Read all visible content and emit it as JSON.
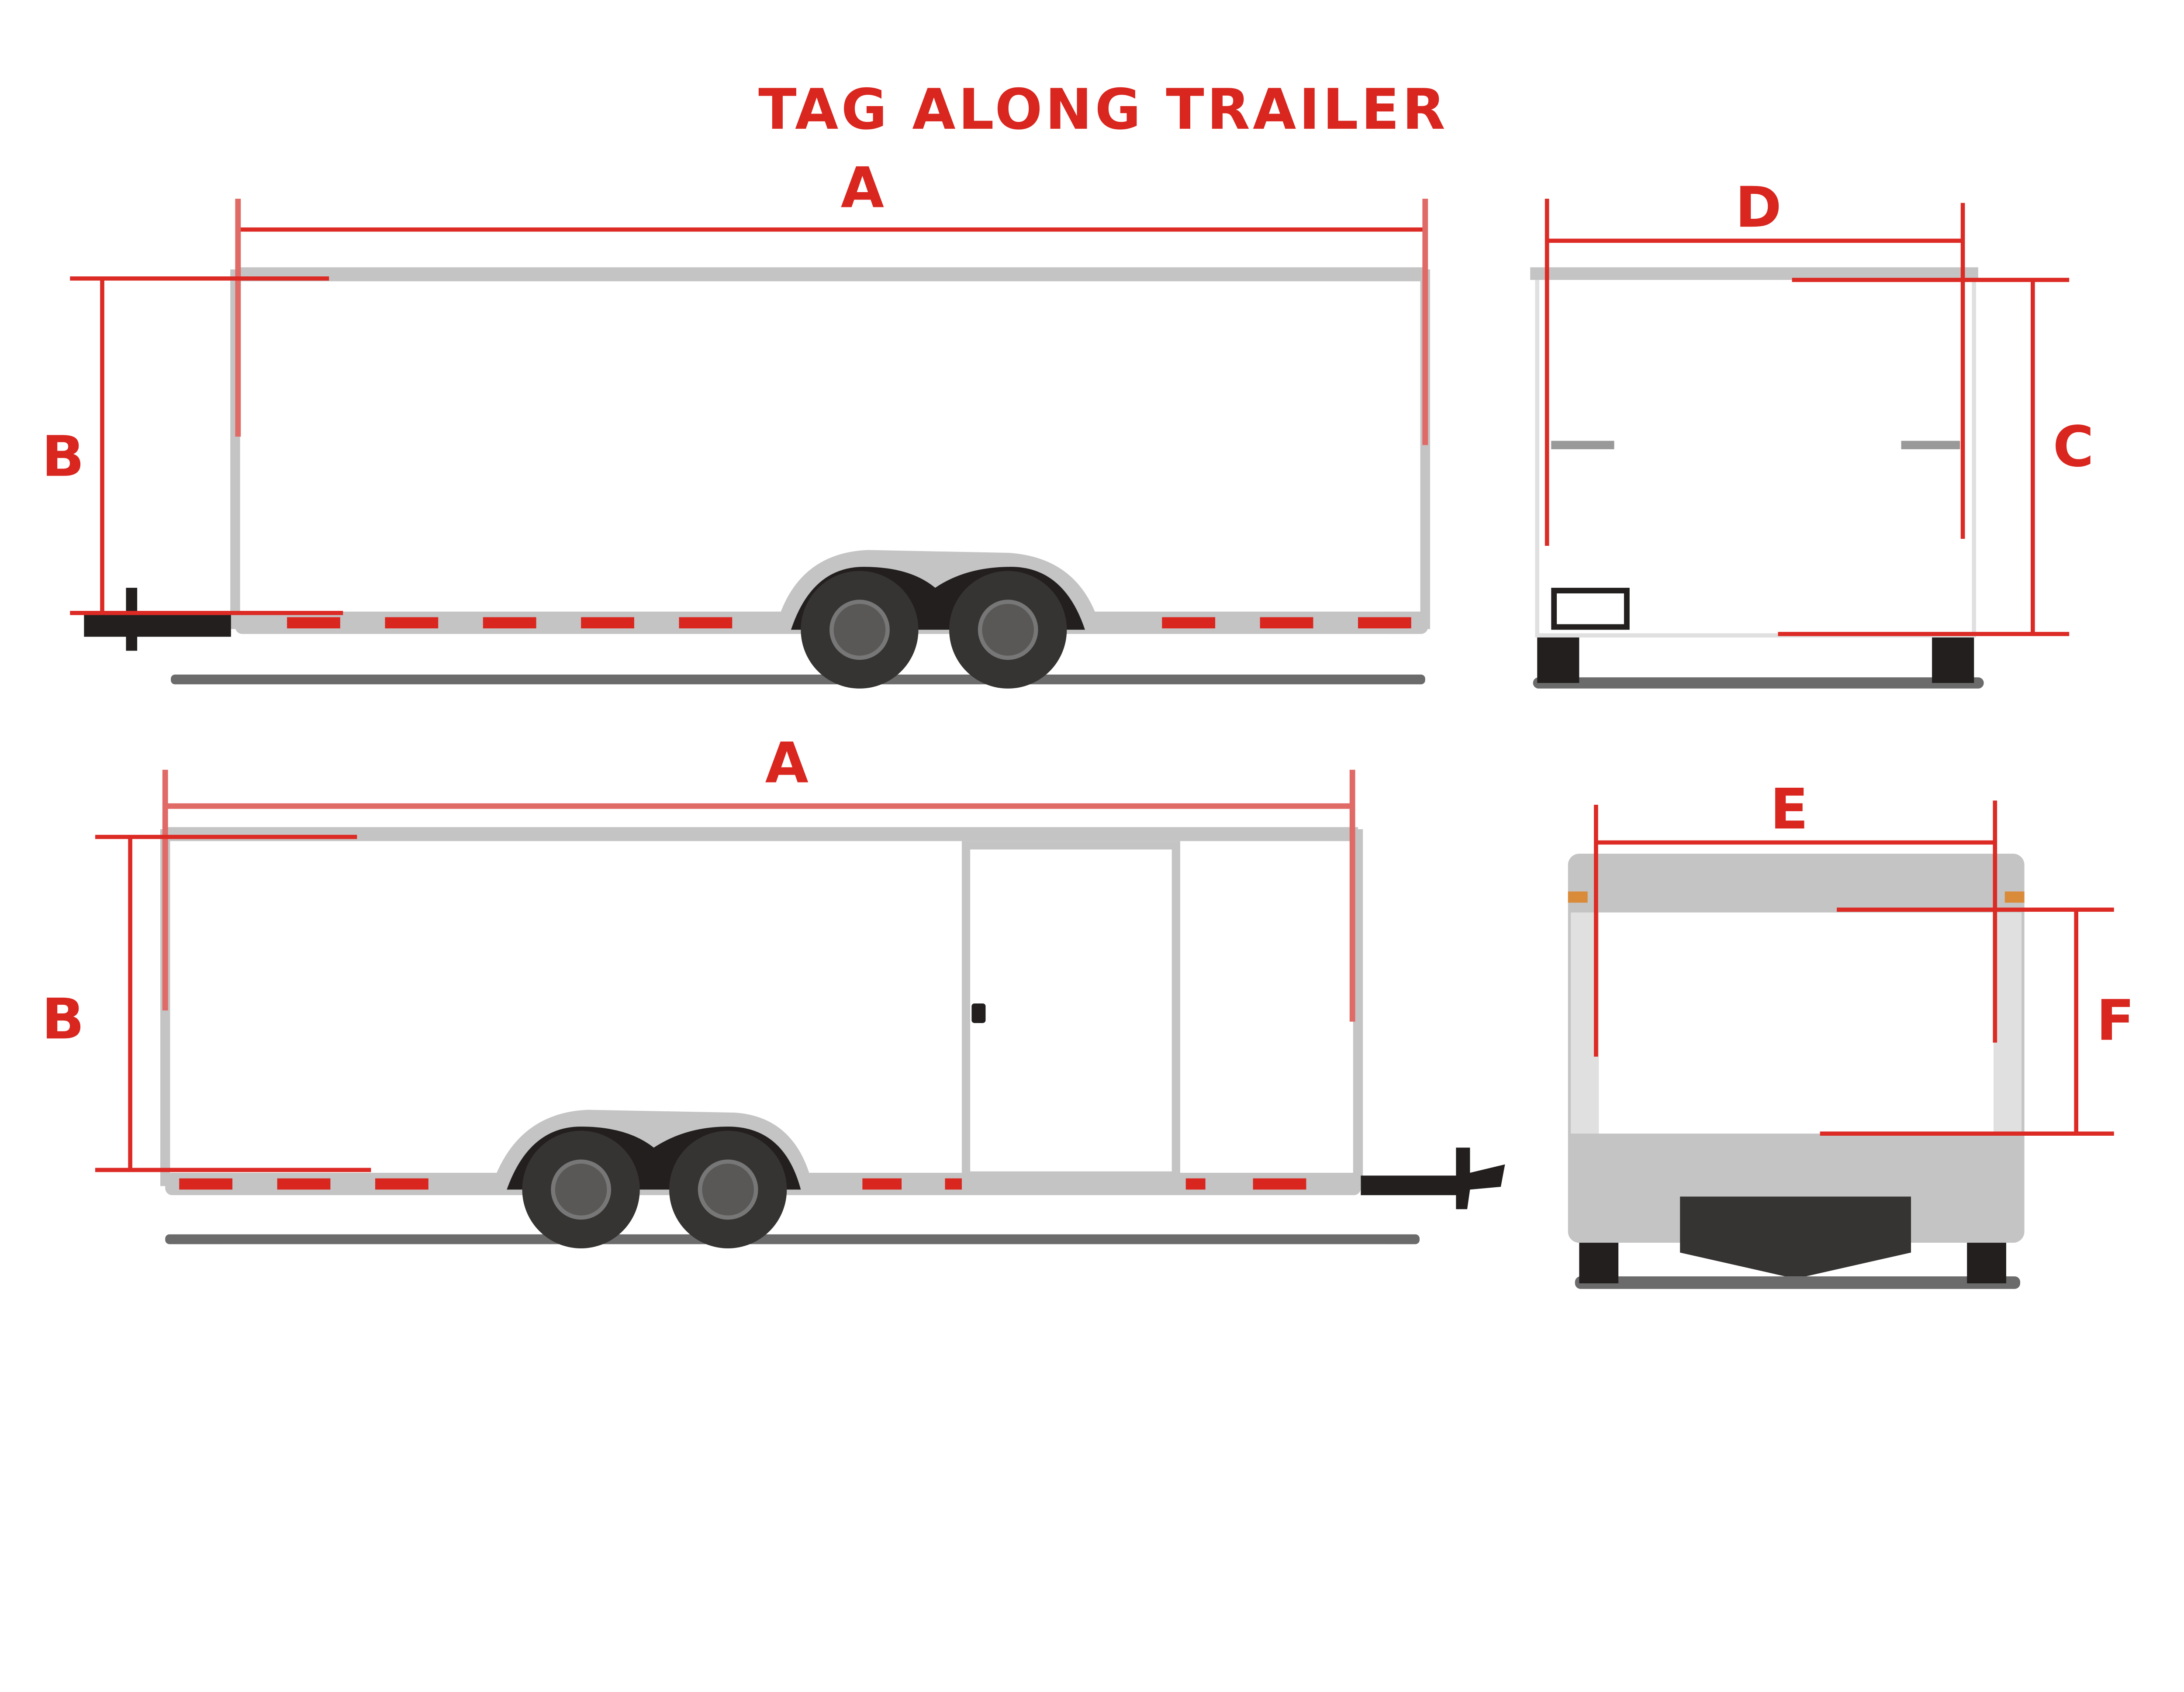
{
  "title": "TAG ALONG TRAILER",
  "views": {
    "side_top": {
      "length_label": "A",
      "height_label": "B"
    },
    "rear": {
      "width_label": "D",
      "height_label": "C"
    },
    "side_bottom": {
      "length_label": "A",
      "height_label": "B"
    },
    "front": {
      "width_label": "E",
      "height_label": "F"
    }
  },
  "colors": {
    "accent": "#d9261f",
    "trailer": "#c4c4c4",
    "tire": "#363432"
  }
}
